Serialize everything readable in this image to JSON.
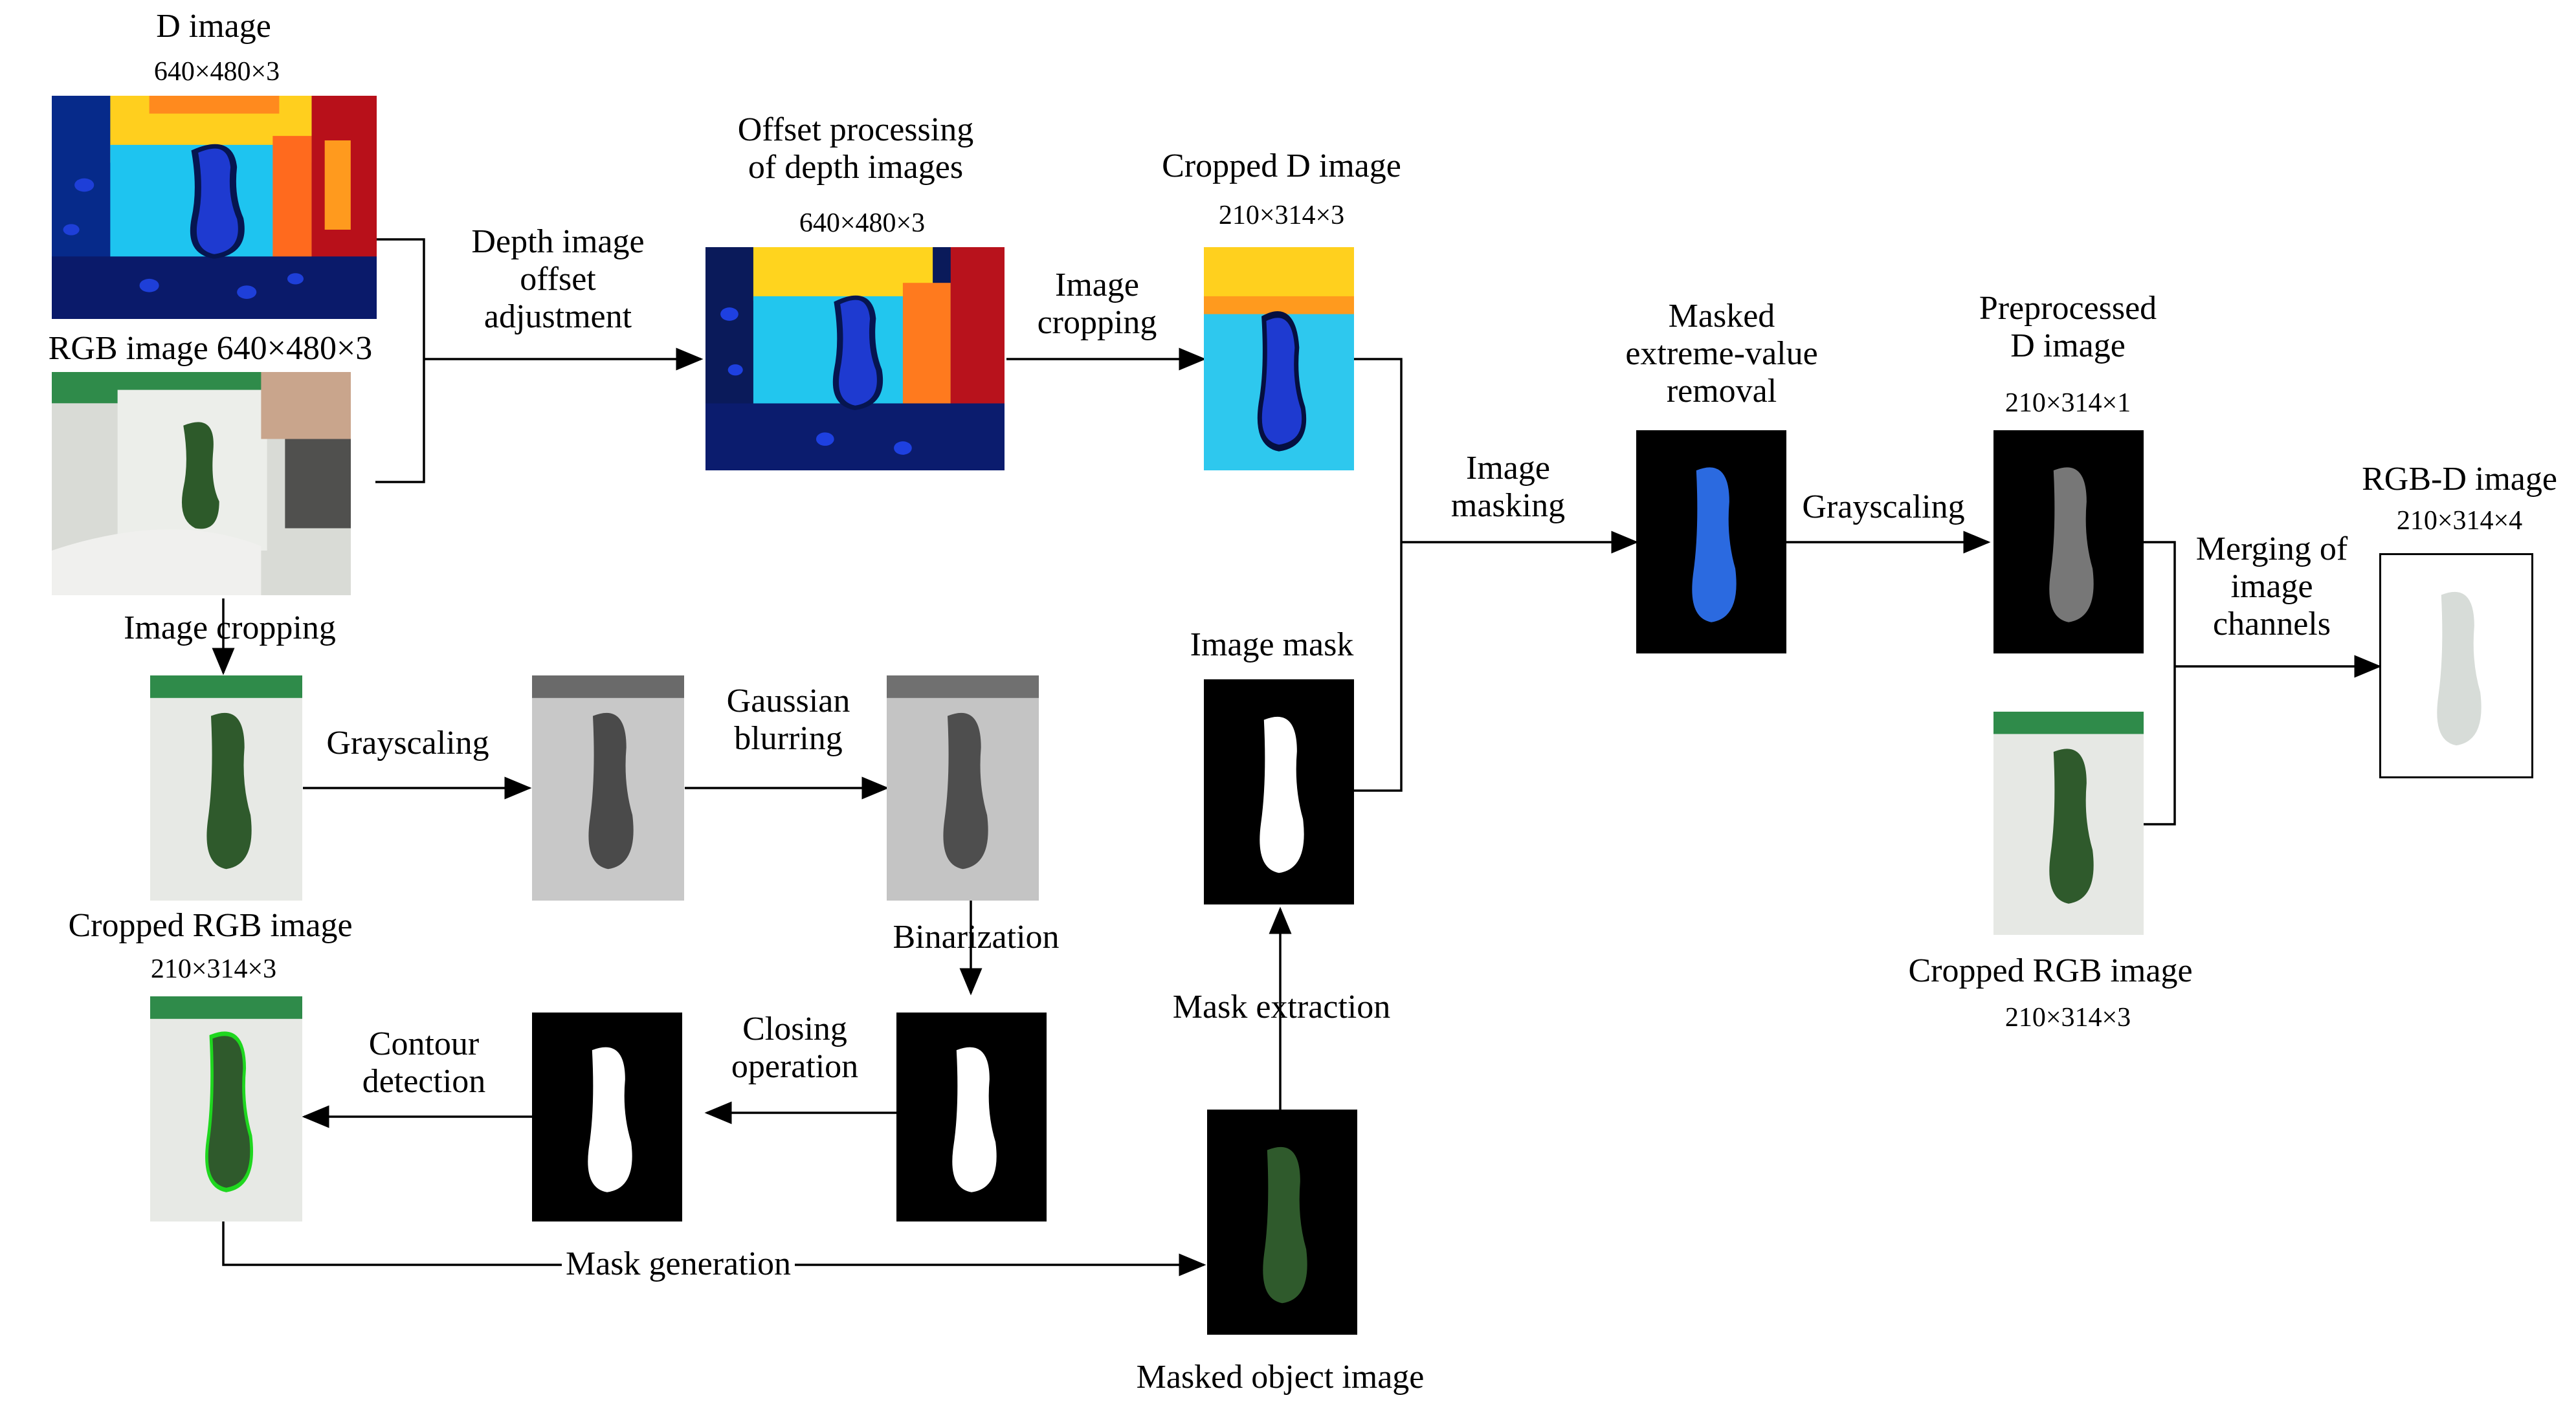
{
  "labels": {
    "d_title": "D image",
    "d_dims": "640×480×3",
    "rgb_title": "RGB image 640×480×3",
    "offset_step": [
      "Depth image",
      "offset",
      "adjustment"
    ],
    "offset_title": [
      "Offset processing",
      "of depth images"
    ],
    "offset_dims": "640×480×3",
    "crop_step": [
      "Image",
      "cropping"
    ],
    "cropped_d_title": "Cropped D image",
    "cropped_d_dims": "210×314×3",
    "image_cropping_step": "Image cropping",
    "gray_step": "Grayscaling",
    "gauss_step": [
      "Gaussian",
      "blurring"
    ],
    "binarization_step": "Binarization",
    "cropped_rgb_title": "Cropped RGB image",
    "cropped_rgb_dims": "210×314×3",
    "contour_step": [
      "Contour",
      "detection"
    ],
    "closing_step": [
      "Closing",
      "operation"
    ],
    "mask_generation_step": "Mask generation",
    "masked_object_title": "Masked object image",
    "mask_extraction_step": "Mask extraction",
    "image_mask_title": "Image mask",
    "masking_step": [
      "Image",
      "masking"
    ],
    "extreme_title": [
      "Masked",
      "extreme-value",
      "removal"
    ],
    "gray_step_2": "Grayscaling",
    "preprocessed_title": [
      "Preprocessed",
      "D image"
    ],
    "preprocessed_dims": "210×314×1",
    "merge_step": [
      "Merging of",
      "image",
      "channels"
    ],
    "rgbd_title": "RGB-D image",
    "rgbd_dims": "210×314×4",
    "cropped_rgb2_title": "Cropped RGB image",
    "cropped_rgb2_dims": "210×314×3"
  },
  "colors": {
    "line": "#000000",
    "contour": "#1fd71f",
    "depth_cyan": "#33ccee",
    "depth_yellow": "#ffd21e",
    "depth_red": "#d62020",
    "depth_blue": "#2255dd",
    "leaf_green": "#2f5a2c",
    "mask_white": "#ffffff"
  }
}
